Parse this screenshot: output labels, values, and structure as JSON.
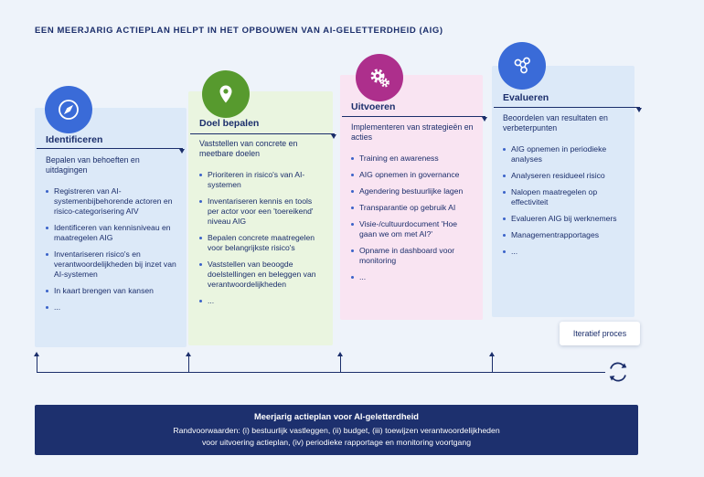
{
  "page": {
    "title": "EEN MEERJARIG ACTIEPLAN HELPT IN HET OPBOUWEN VAN AI-GELETTERDHEID (AIG)",
    "background_color": "#eef3fa",
    "text_color": "#1b2e6b"
  },
  "columns": [
    {
      "heading": "Identificeren",
      "subtitle": "Bepalen van behoeften en uitdagingen",
      "icon": "compass-icon",
      "accent_color": "#3a6bd8",
      "panel_color": "#dce9f8",
      "bullets": [
        "Registreren van AI-systemenbijbehorende actoren en risico-categorisering AIV",
        "Identificeren van kennisniveau en maatregelen AIG",
        "Inventariseren risico's en verantwoordelijkheden bij inzet van AI-systemen",
        "In kaart brengen van kansen",
        "..."
      ]
    },
    {
      "heading": "Doel bepalen",
      "subtitle": "Vaststellen van concrete en meetbare doelen",
      "icon": "map-pin-icon",
      "accent_color": "#579a2e",
      "panel_color": "#eaf5e0",
      "bullets": [
        "Prioriteren in risico's van AI-systemen",
        "Inventariseren kennis en tools per actor voor een 'toereikend' niveau AIG",
        "Bepalen concrete maatregelen voor belangrijkste risico's",
        "Vaststellen van beoogde doelstellingen en beleggen van verantwoordelijkheden",
        "..."
      ]
    },
    {
      "heading": "Uitvoeren",
      "subtitle": "Implementeren van strategieën en acties",
      "icon": "gears-icon",
      "accent_color": "#ad2f8c",
      "panel_color": "#f9e4f2",
      "bullets": [
        "Training en awareness",
        "AIG opnemen in governance",
        "Agendering bestuurlijke lagen",
        "Transparantie op gebruik AI",
        "Visie-/cultuurdocument 'Hoe gaan we om met AI?'",
        "Opname in dashboard voor monitoring",
        "..."
      ]
    },
    {
      "heading": "Evalueren",
      "subtitle": "Beoordelen van resultaten en verbeterpunten",
      "icon": "network-icon",
      "accent_color": "#3a6bd8",
      "panel_color": "#dce9f8",
      "bullets": [
        "AIG opnemen in periodieke analyses",
        "Analyseren residueel risico",
        "Nalopen maatregelen op effectiviteit",
        "Evalueren AIG bij werknemers",
        "Managementrapportages",
        "..."
      ]
    }
  ],
  "iterative_process_label": "Iteratief proces",
  "footer": {
    "title": "Meerjarig actieplan voor AI-geletterdheid",
    "conditions_line1": "Randvoorwaarden: (i) bestuurlijk vastleggen, (ii) budget, (iii) toewijzen verantwoordelijkheden",
    "conditions_line2": "voor uitvoering actieplan, (iv) periodieke rapportage en monitoring voortgang"
  }
}
